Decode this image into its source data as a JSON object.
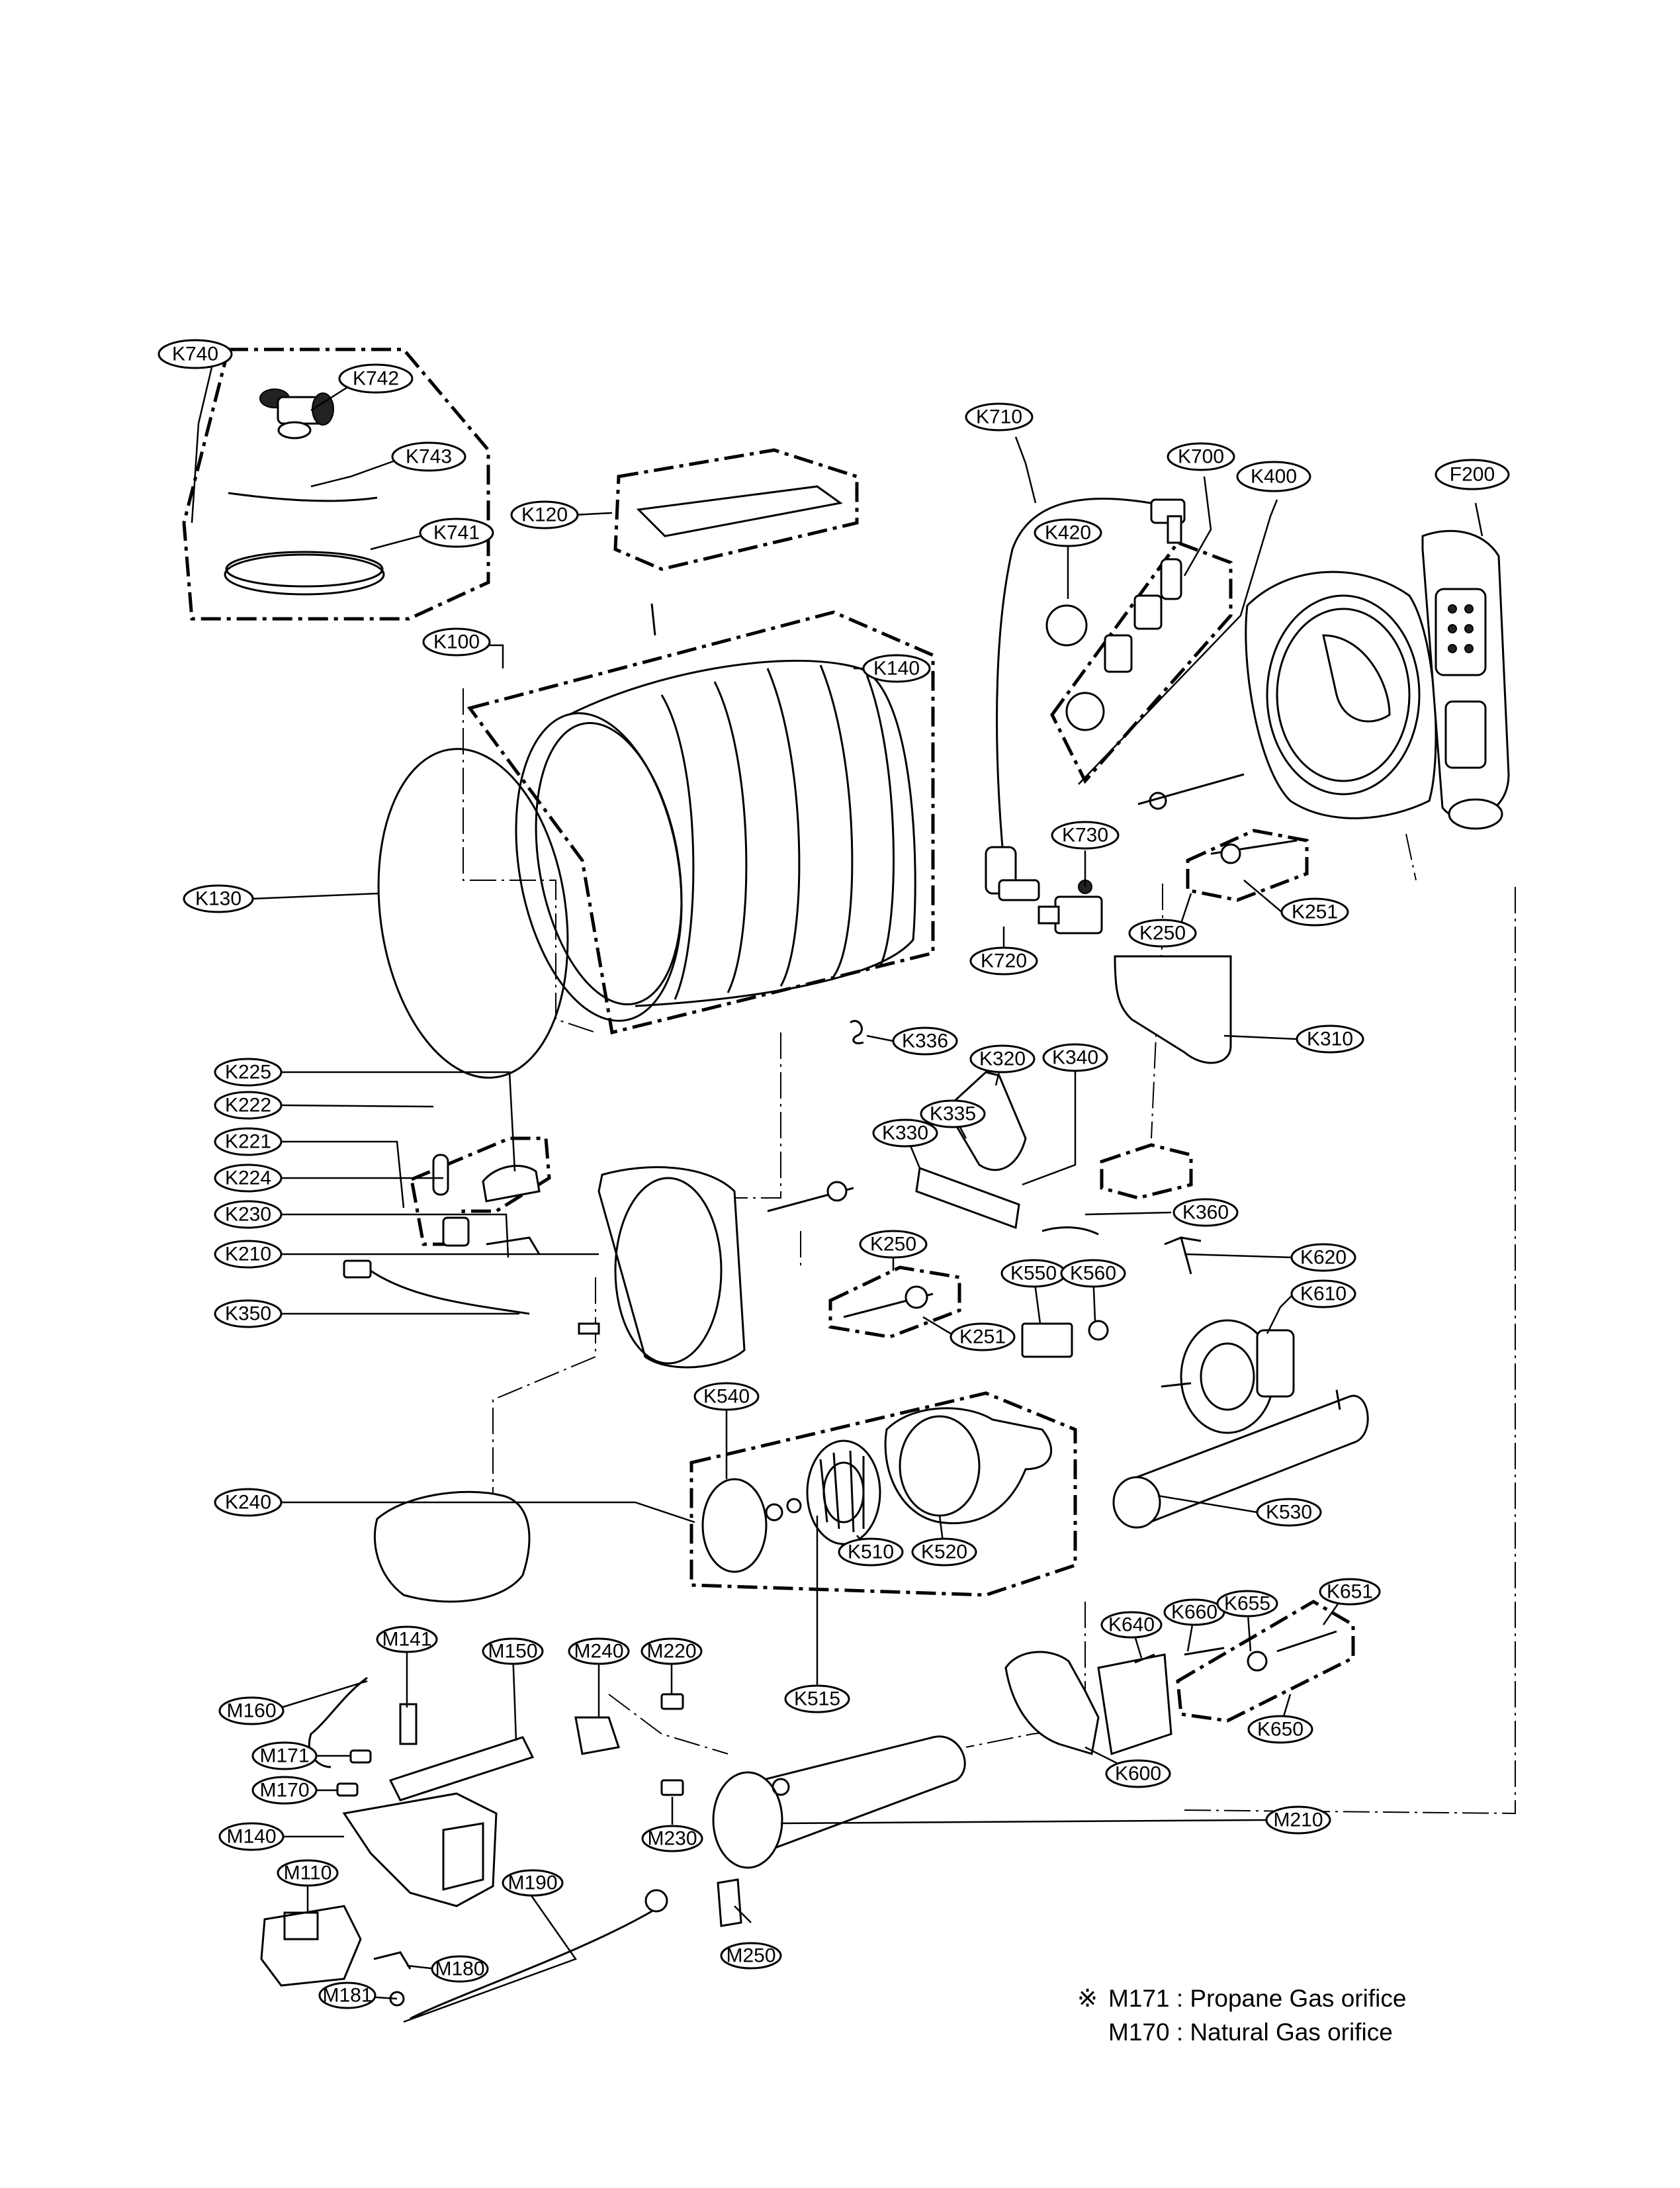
{
  "labels": {
    "K740": "K740",
    "K742": "K742",
    "K743": "K743",
    "K741": "K741",
    "K120": "K120",
    "K100": "K100",
    "K140": "K140",
    "K130": "K130",
    "K710": "K710",
    "K700": "K700",
    "K400": "K400",
    "F200": "F200",
    "K420": "K420",
    "K730": "K730",
    "K720": "K720",
    "K250a": "K250",
    "K251a": "K251",
    "K310": "K310",
    "K336": "K336",
    "K320": "K320",
    "K340": "K340",
    "K335": "K335",
    "K330": "K330",
    "K360": "K360",
    "K225": "K225",
    "K222": "K222",
    "K221": "K221",
    "K224": "K224",
    "K230": "K230",
    "K210": "K210",
    "K350": "K350",
    "K250b": "K250",
    "K251b": "K251",
    "K550": "K550",
    "K560": "K560",
    "K620": "K620",
    "K610": "K610",
    "K540": "K540",
    "K240": "K240",
    "K530": "K530",
    "K510": "K510",
    "K520": "K520",
    "K515": "K515",
    "K640": "K640",
    "K660": "K660",
    "K655": "K655",
    "K651": "K651",
    "K650": "K650",
    "K600": "K600",
    "M141": "M141",
    "M150": "M150",
    "M240": "M240",
    "M220": "M220",
    "M160": "M160",
    "M171": "M171",
    "M170": "M170",
    "M140": "M140",
    "M110": "M110",
    "M190": "M190",
    "M180": "M180",
    "M181": "M181",
    "M230": "M230",
    "M210": "M210",
    "M250": "M250"
  },
  "notes": {
    "symbol": "※",
    "line1": "M171 : Propane Gas orifice",
    "line2": "M170 : Natural Gas orifice"
  }
}
